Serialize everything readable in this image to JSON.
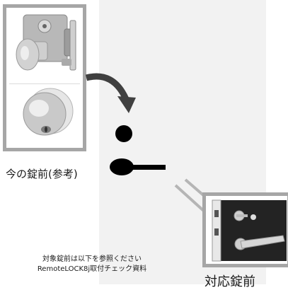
{
  "current_lock": {
    "label": "今の錠前(参考)"
  },
  "compatible_lock": {
    "label": "対応錠前"
  },
  "note": {
    "line1": "対象錠前は以下を参照ください",
    "line2": "RemoteLOCK8j取付チェック資料"
  },
  "colors": {
    "frame": "#a6a6a6",
    "door_panel": "#f2f2f2",
    "arrow": "#404040",
    "keyhole": "#000000"
  },
  "icons": [
    "curved-arrow-icon",
    "keyhole-icon"
  ]
}
